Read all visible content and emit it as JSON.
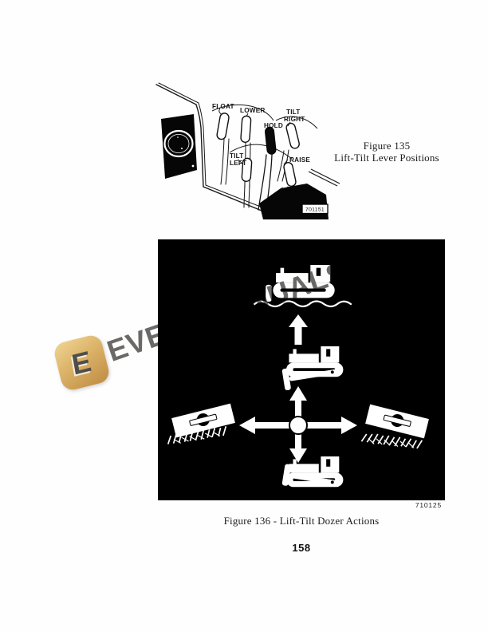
{
  "watermark": {
    "text": "EVERYMANUALS",
    "logo_letter": "E"
  },
  "figure135": {
    "caption_line1": "Figure 135",
    "caption_line2": "Lift-Tilt Lever Positions",
    "image_id": "701151",
    "labels": {
      "float": "FLOAT",
      "lower": "LOWER",
      "hold": "HOLD",
      "tilt_right_line1": "TILT",
      "tilt_right_line2": "RIGHT",
      "tilt_left_line1": "TILT",
      "tilt_left_line2": "LEFT",
      "raise": "RAISE"
    }
  },
  "figure136": {
    "caption": "Figure 136 - Lift-Tilt Dozer Actions",
    "image_id": "710125"
  },
  "page_number": "158",
  "colors": {
    "figure_background": "#000000",
    "ink": "#1c1c1c",
    "watermark_text": "#5d5c5a",
    "logo_gold_light": "#f0d494",
    "logo_gold_dark": "#c08c43"
  }
}
